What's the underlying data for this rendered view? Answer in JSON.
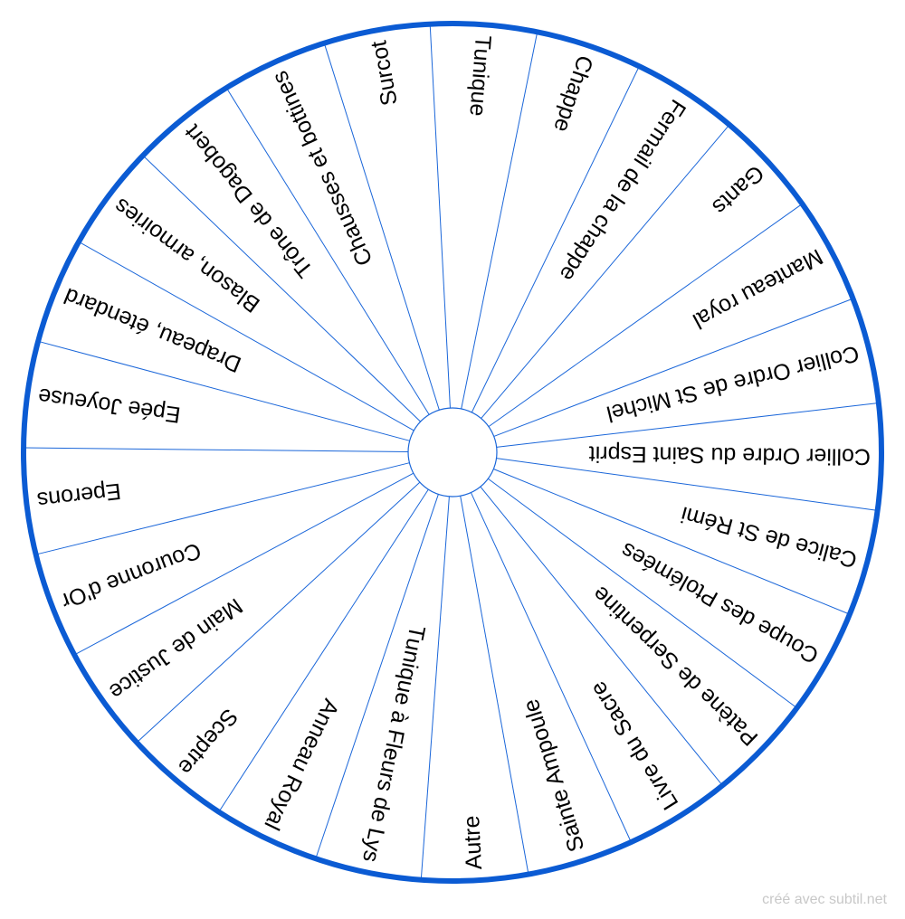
{
  "wheel": {
    "ring_color": "#0b5bd3",
    "divider_color": "#1a66d9",
    "text_color": "#000000",
    "highlight_color": "#00b5e2",
    "highlighted_label": "Autre",
    "segments": [
      "Tunique",
      "Chappe",
      "Fermail de la chappe",
      "Gants",
      "Manteau royal",
      "Collier Ordre de St Michel",
      "Collier Ordre du Saint Esprit",
      "Calice de St Rémi",
      "Coupe des Ptolémées",
      "Patène de Serpentine",
      "Livre du Sacre",
      "Sainte Ampoule",
      "Autre",
      "Tunique à Fleurs de Lys",
      "Anneau Royal",
      "Sceptre",
      "Main de Justice",
      "Couronne d'Or",
      "Eperons",
      "Epée Joyeuse",
      "Drapeau, étendard",
      "Blason, armoiries",
      "Trône de Dagobert",
      "Chausses et bottines",
      "Surcot"
    ]
  },
  "footer": {
    "credit": "créé avec subtil.net"
  }
}
